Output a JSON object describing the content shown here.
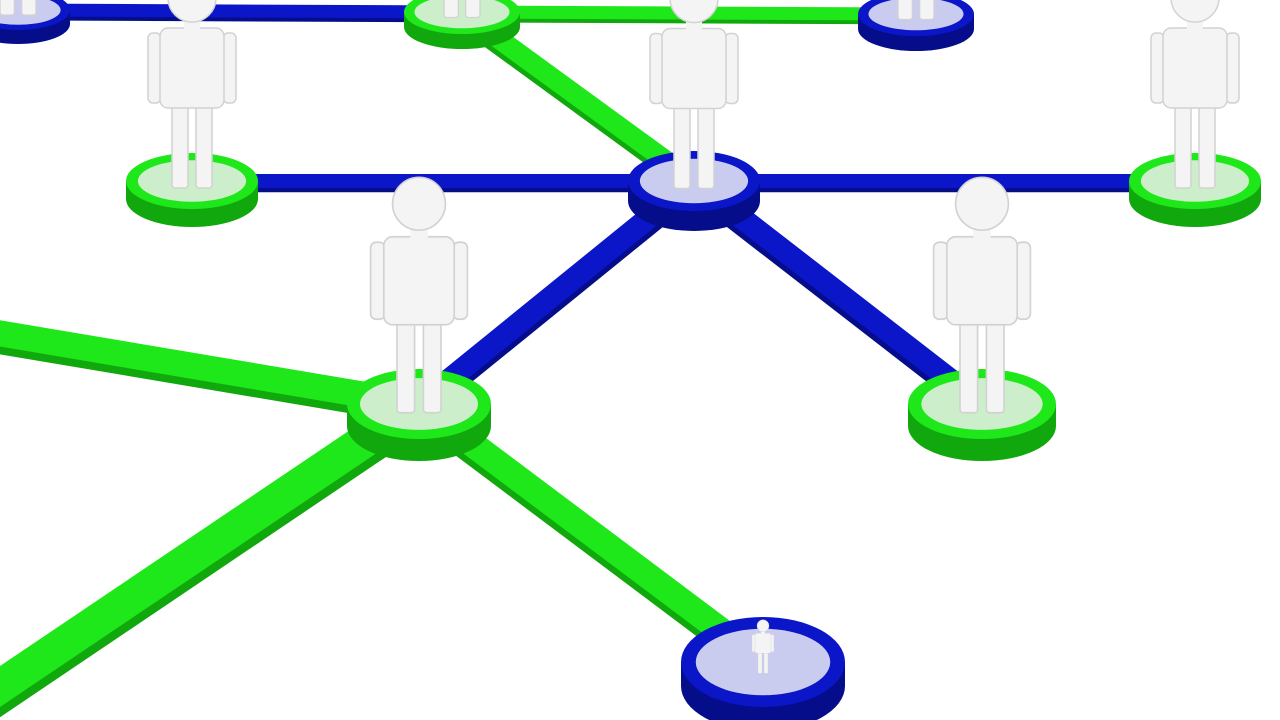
{
  "colors": {
    "background": "#ffffff",
    "blue_link": "#0a16c8",
    "blue_link_dark": "#050d8a",
    "green_link": "#1fe81a",
    "green_link_dark": "#10a80c",
    "blue_disc_top": "#c9cbef",
    "green_disc_top": "#cdeecb",
    "person": "#f4f4f4",
    "person_shade": "#d2d2d2"
  },
  "nodes": [
    {
      "id": "n-top-left-edge",
      "color": "blue",
      "person": true
    },
    {
      "id": "n-top-center",
      "color": "green",
      "person": true
    },
    {
      "id": "n-top-right",
      "color": "blue",
      "person": true
    },
    {
      "id": "n-left",
      "color": "green",
      "person": true
    },
    {
      "id": "n-hub",
      "color": "blue",
      "person": true
    },
    {
      "id": "n-right",
      "color": "green",
      "person": true
    },
    {
      "id": "n-lower-left",
      "color": "green",
      "person": true
    },
    {
      "id": "n-lower-right",
      "color": "green",
      "person": true
    },
    {
      "id": "n-bottom",
      "color": "blue",
      "person": true
    }
  ],
  "links": [
    {
      "from": "n-top-left-edge",
      "to": "n-top-center",
      "color": "blue"
    },
    {
      "from": "n-top-center",
      "to": "n-top-right",
      "color": "green"
    },
    {
      "from": "n-top-center",
      "to": "n-hub",
      "color": "green"
    },
    {
      "from": "n-left",
      "to": "n-hub",
      "color": "blue"
    },
    {
      "from": "n-hub",
      "to": "n-right",
      "color": "blue"
    },
    {
      "from": "n-hub",
      "to": "n-lower-left",
      "color": "blue"
    },
    {
      "from": "n-hub",
      "to": "n-lower-right",
      "color": "blue"
    },
    {
      "from": "n-lower-left",
      "to": "offscreen-left",
      "color": "green"
    },
    {
      "from": "n-lower-left",
      "to": "offscreen-bottom-left",
      "color": "green"
    },
    {
      "from": "n-lower-left",
      "to": "n-bottom",
      "color": "green"
    }
  ]
}
